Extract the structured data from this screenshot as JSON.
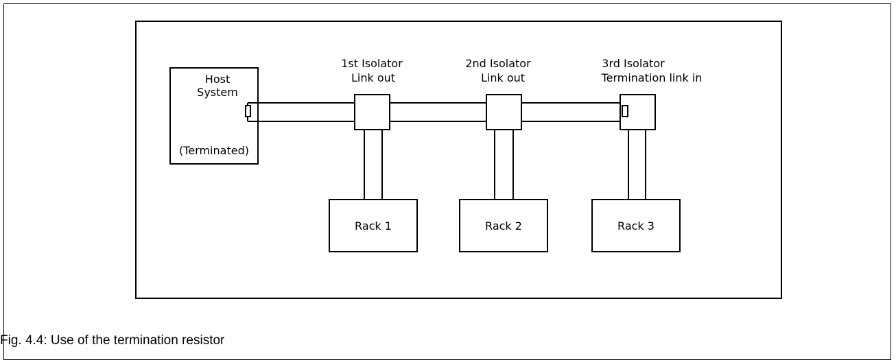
{
  "host": {
    "line1": "Host",
    "line2": "System",
    "line3": "(Terminated)"
  },
  "isolators": [
    {
      "line1": "1st Isolator",
      "line2": "Link out"
    },
    {
      "line1": "2nd Isolator",
      "line2": "Link out"
    },
    {
      "line1": "3rd Isolator",
      "line2": "Termination link in"
    }
  ],
  "racks": [
    "Rack 1",
    "Rack 2",
    "Rack 3"
  ],
  "caption": "Fig. 4.4: Use of the termination resistor"
}
